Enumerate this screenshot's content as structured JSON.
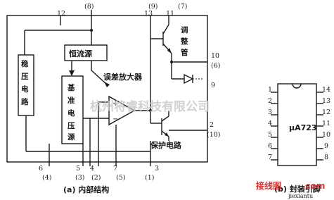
{
  "title": "μA723",
  "blocks": {
    "zener": "稳压电路",
    "current_source": "恒流源",
    "reference": "基准电压源",
    "error_amp": "误差放大器",
    "pass_transistor": "调整管",
    "protection": "保护电路"
  },
  "top_pins": {
    "p12": "12",
    "p8": "(8)",
    "p13": "13",
    "p9": "(9)",
    "p11": "11",
    "p7": "(7)"
  },
  "right_pins": {
    "p10": "10",
    "p6": "(6)",
    "p9": "9",
    "p2": "2",
    "p10b": "(10)"
  },
  "bottom_pins": {
    "p6": "6",
    "p4": "(4)",
    "p5": "5",
    "p3": "(3)",
    "p4b": "4",
    "p2": "(2)",
    "p7": "7",
    "p5b": "(5)",
    "p3b": "3",
    "p1": "(1)"
  },
  "captions": {
    "left": "(a) 内部结构",
    "right": "(b) 封装引脚"
  },
  "package": {
    "label": "μA723",
    "left_pins": [
      "1",
      "2",
      "3",
      "4",
      "5",
      "6",
      "7"
    ],
    "right_pins": [
      "14",
      "13",
      "12",
      "11",
      "10",
      "9",
      "8"
    ]
  },
  "watermark": {
    "text": "杭州将睿科技有限公司",
    "site_cn": "接线图",
    "site_en": ".com",
    "site_url": "jiexiantu"
  }
}
